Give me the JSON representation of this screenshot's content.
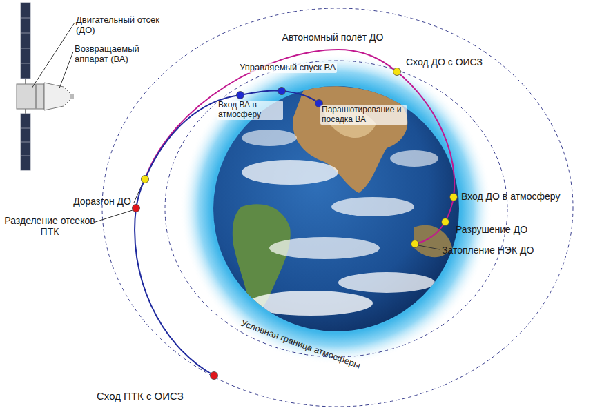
{
  "diagram": {
    "labels": [
      "Двигательный отсек (ДО)",
      "Возвращаемый аппарат (ВА)",
      "Автономный полёт ДО",
      "Сход ДО с ОИСЗ",
      "Управляемый спуск ВА",
      "Вход ВА в атмосферу",
      "Парашютирование и посадка ВА",
      "Доразгон ДО",
      "Разделение отсеков ПТК",
      "Вход ДО в атмосферу",
      "Разрушение ДО",
      "Затопление НЭК ДО",
      "Условная граница атмосферы",
      "Сход ПТК с ОИСЗ"
    ]
  }
}
